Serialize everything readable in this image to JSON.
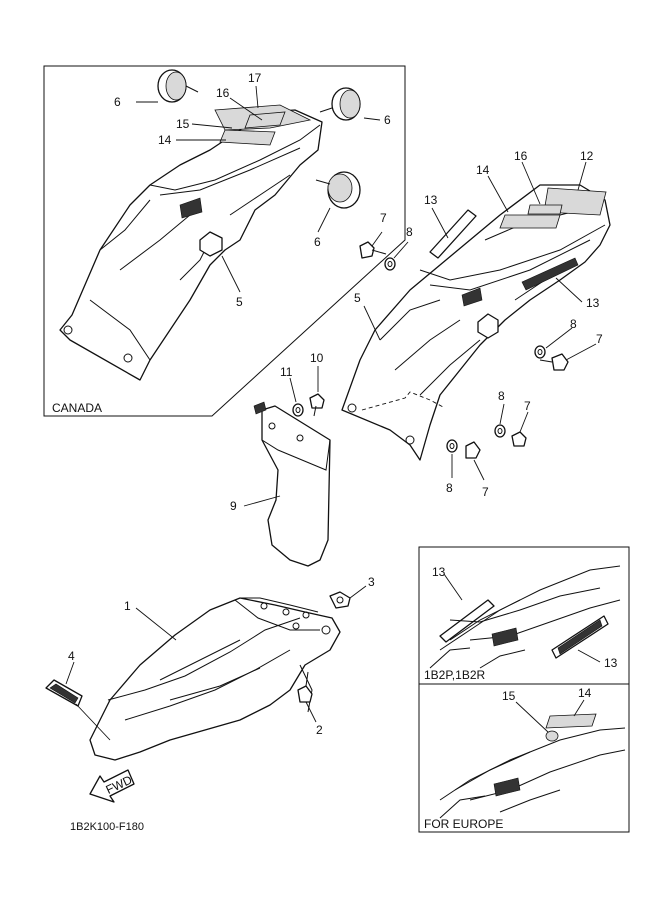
{
  "diagram": {
    "code": "1B2K100-F180",
    "insets": {
      "canada": "CANADA",
      "model": "1B2P,1B2R",
      "europe": "FOR EUROPE"
    },
    "fwd_label": "FWD",
    "callouts": {
      "c17": "17",
      "c16a": "16",
      "c15a": "15",
      "c14a": "14",
      "c6a": "6",
      "c6b": "6",
      "c6c": "6",
      "c5a": "5",
      "c13a": "13",
      "c14b": "14",
      "c16b": "16",
      "c12": "12",
      "c7a": "7",
      "c8a": "8",
      "c13b": "13",
      "c5b": "5",
      "c8b": "8",
      "c7b": "7",
      "c11": "11",
      "c10": "10",
      "c8c": "8",
      "c7c": "7",
      "c8d": "8",
      "c7d": "7",
      "c9": "9",
      "c1": "1",
      "c3": "3",
      "c4": "4",
      "c2": "2",
      "c13c": "13",
      "c13d": "13",
      "c15b": "15",
      "c14c": "14"
    }
  }
}
